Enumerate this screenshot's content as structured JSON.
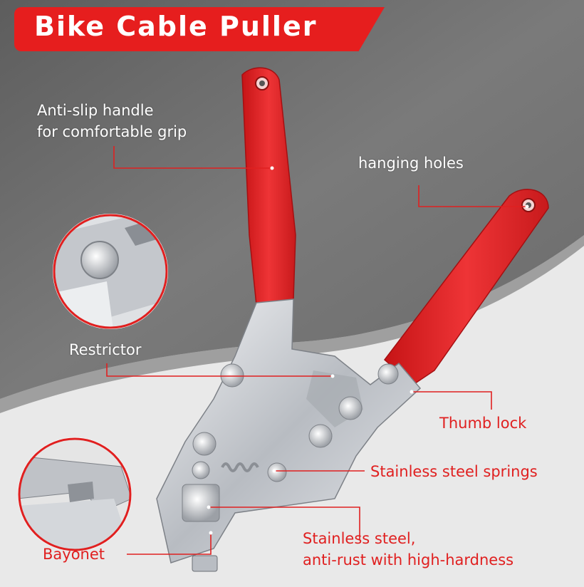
{
  "title": "Bike Cable Puller",
  "colors": {
    "accent": "#e61e1e",
    "handle": "#e8282a",
    "steel": "#c9ccd1",
    "background_fabric": "#6e6e6e",
    "background_floor": "#e6e6e6"
  },
  "callouts": {
    "handle": [
      "Anti-slip handle",
      "for comfortable grip"
    ],
    "hanging_holes": "hanging holes",
    "restrictor": "Restrictor",
    "thumb_lock": "Thumb lock",
    "springs": "Stainless steel springs",
    "steel": [
      "Stainless steel,",
      "anti-rust with high-hardness"
    ],
    "bayonet": "Bayonet"
  }
}
